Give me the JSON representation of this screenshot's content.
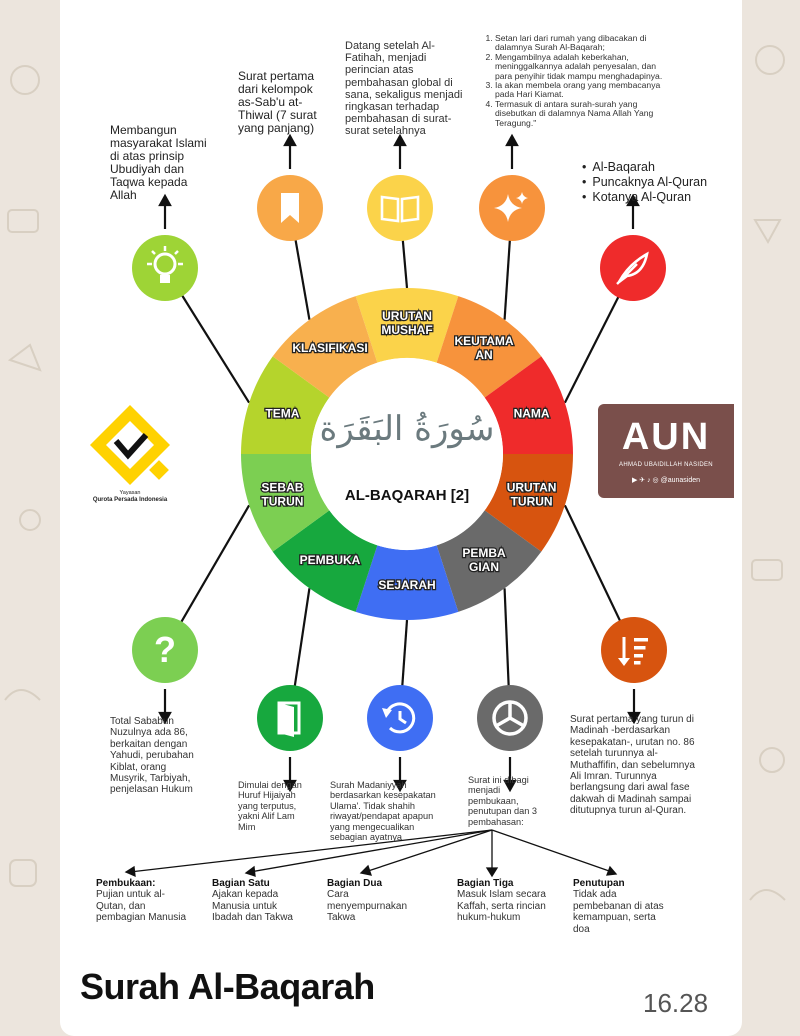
{
  "caption": "Surah Al-Baqarah",
  "time": "16.28",
  "center": {
    "arabic": "سُورَةُ البَقَرَة",
    "title": "AL-BAQARAH [2]"
  },
  "segments": [
    {
      "label": "URUTAN MUSHAF",
      "l1": "URUTAN",
      "l2": "MUSHAF",
      "color": "#fbd34a"
    },
    {
      "label": "KEUTAMAAN",
      "l1": "KEUTAMA",
      "l2": "AN",
      "color": "#f7933c"
    },
    {
      "label": "NAMA",
      "l1": "NAMA",
      "l2": "",
      "color": "#ef2b2b"
    },
    {
      "label": "URUTAN TURUN",
      "l1": "URUTAN",
      "l2": "TURUN",
      "color": "#d7540f"
    },
    {
      "label": "PEMBAGIAN",
      "l1": "PEMBA",
      "l2": "GIAN",
      "color": "#6a6a6a"
    },
    {
      "label": "SEJARAH",
      "l1": "SEJARAH",
      "l2": "",
      "color": "#3f6ef3"
    },
    {
      "label": "PEMBUKA",
      "l1": "PEMBUKA",
      "l2": "",
      "color": "#17a83e"
    },
    {
      "label": "SEBAB TURUN",
      "l1": "SEBAB",
      "l2": "TURUN",
      "color": "#7ccf52"
    },
    {
      "label": "TEMA",
      "l1": "TEMA",
      "l2": "",
      "color": "#b5d42c"
    },
    {
      "label": "KLASIFIKASI",
      "l1": "KLASIFIKASI",
      "l2": "",
      "color": "#f8b04e"
    }
  ],
  "icons": [
    {
      "name": "lightbulb-icon",
      "color": "#9ed436"
    },
    {
      "name": "bookmark-icon",
      "color": "#f8a848"
    },
    {
      "name": "open-book-icon",
      "color": "#fbd34a"
    },
    {
      "name": "sparkle-icon",
      "color": "#f7933c"
    },
    {
      "name": "feather-icon",
      "color": "#ef2b2b"
    },
    {
      "name": "sort-icon",
      "color": "#d7540f"
    },
    {
      "name": "pie-icon",
      "color": "#6a6a6a"
    },
    {
      "name": "history-icon",
      "color": "#3f6ef3"
    },
    {
      "name": "door-icon",
      "color": "#17a83e"
    },
    {
      "name": "question-icon",
      "color": "#7ccf52"
    }
  ],
  "texts": {
    "tema": [
      "Membangun",
      "masyarakat Islami",
      "di atas prinsip",
      "Ubudiyah dan",
      "Taqwa kepada",
      "Allah"
    ],
    "klasifikasi": [
      "Surat pertama",
      "dari kelompok",
      "as-Sab'u at-",
      "Thiwal (7 surat",
      "yang panjang)"
    ],
    "urutan_mushaf": [
      "Datang setelah Al-",
      "Fatihah, menjadi",
      "perincian atas",
      "pembahasan global di",
      "sana, sekaligus menjadi",
      "ringkasan terhadap",
      "pembahasan di surat-",
      "surat setelahnya"
    ],
    "keutamaan": [
      "Setan lari dari rumah yang dibacakan di dalamnya Surah Al-Baqarah;",
      "Mengambilnya adalah keberkahan, meninggalkannya adalah penyesalan, dan para penyihir tidak mampu menghadapinya.",
      "Ia akan membela orang yang membacanya pada Hari Kiamat.",
      "Termasuk di antara surah-surah yang disebutkan di dalamnya Nama Allah Yang Teragung.\""
    ],
    "nama": [
      "Al-Baqarah",
      "Puncaknya Al-Quran",
      "Kotanya Al-Quran"
    ],
    "sebab_turun": [
      "Total Sababun",
      "Nuzulnya ada 86,",
      "berkaitan dengan",
      "Yahudi, perubahan",
      "Kiblat, orang",
      "Musyrik, Tarbiyah,",
      "penjelasan Hukum"
    ],
    "pembuka": [
      "Dimulai dengan",
      "Huruf Hijaiyah",
      "yang terputus,",
      "yakni Alif Lam",
      "Mim"
    ],
    "sejarah": [
      "Surah Madaniyyah",
      "berdasarkan kesepakatan",
      "Ulama'. Tidak shahih",
      "riwayat/pendapat apapun",
      "yang mengecualikan",
      "sebagian ayatnya"
    ],
    "pembagian": [
      "Surat ini dibagi",
      "menjadi",
      "pembukaan,",
      "penutupan dan 3",
      "pembahasan:"
    ],
    "urutan_turun": [
      "Surat pertama yang turun di",
      "Madinah -berdasarkan",
      "kesepakatan-, urutan no. 86",
      "setelah turunnya al-",
      "Muthaffifin, dan sebelumnya",
      "Ali Imran. Turunnya",
      "berlangsung dari awal fase",
      "dakwah di Madinah sampai",
      "ditutupnya turun al-Quran."
    ]
  },
  "parts": [
    {
      "title": "Pembukaan:",
      "lines": [
        "Pujian untuk al-",
        "Qutan, dan",
        "pembagian Manusia"
      ]
    },
    {
      "title": "Bagian Satu",
      "lines": [
        "Ajakan kepada",
        "Manusia untuk",
        "Ibadah dan Takwa"
      ]
    },
    {
      "title": "Bagian Dua",
      "lines": [
        "Cara",
        "menyempurnakan",
        "Takwa"
      ]
    },
    {
      "title": "Bagian Tiga",
      "lines": [
        "Masuk Islam secara",
        "Kaffah, serta rincian",
        "hukum-hukum"
      ]
    },
    {
      "title": "Penutupan",
      "lines": [
        "Tidak ada",
        "pembebanan di atas",
        "kemampuan, serta",
        "doa"
      ]
    }
  ],
  "aun": {
    "logo": "AUN",
    "name": "AHMAD UBAIDILLAH NASIDEN",
    "handle": "@aunasiden"
  },
  "yayasan": {
    "label": "Yayasan",
    "name": "Qurota Persada Indonesia"
  }
}
